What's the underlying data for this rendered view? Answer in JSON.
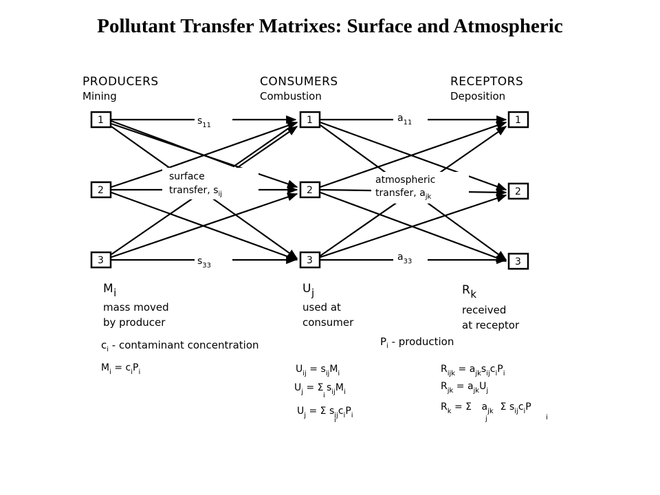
{
  "title": "Pollutant Transfer Matrixes: Surface and Atmospheric",
  "columns": [
    {
      "heading": "PRODUCERS",
      "activity": "Mining",
      "symbol": "M",
      "symbol_sub": "i",
      "desc1": "mass moved",
      "desc2": "by producer"
    },
    {
      "heading": "CONSUMERS",
      "activity": "Combustion",
      "symbol": "U",
      "symbol_sub": "j",
      "desc1": "used at",
      "desc2": "consumer"
    },
    {
      "heading": "RECEPTORS",
      "activity": "Deposition",
      "symbol": "R",
      "symbol_sub": "k",
      "desc1": "received",
      "desc2": "at receptor"
    }
  ],
  "node_labels": [
    "1",
    "2",
    "3"
  ],
  "edge_labels": {
    "s11": {
      "main": "s",
      "sub": "11"
    },
    "s33": {
      "main": "s",
      "sub": "33"
    },
    "a11": {
      "main": "a",
      "sub": "11"
    },
    "a33": {
      "main": "a",
      "sub": "33"
    }
  },
  "transfer_labels": {
    "surface_line1": "surface",
    "surface_line2": "transfer, s",
    "surface_sub": "ij",
    "atmos_line1": "atmospheric",
    "atmos_line2": "transfer, a",
    "atmos_sub": "jk"
  },
  "legend": {
    "contaminant_c": "c",
    "contaminant_sub": "i",
    "contaminant_text": " - contaminant concentration",
    "production_p": "P",
    "production_sub": "i",
    "production_text": " - production"
  },
  "equations": {
    "m1": "M",
    "m1_sub": "i",
    "m1_rhs": " = c",
    "m1_rhs_sub": "i",
    "m1_rhs2": "P",
    "m1_rhs2_sub": "i",
    "u1_lhs": "U",
    "u1_lhs_sub": "ij",
    "u1_mid": " = s",
    "u1_mid_sub": "ij",
    "u1_rhs": "M",
    "u1_rhs_sub": "i",
    "u2_lhs": "U",
    "u2_lhs_sub": "j",
    "u2_eq": " = ",
    "u2_sum": "Σ",
    "u2_sum_sub": "i",
    "u2_s": " s",
    "u2_s_sub": "ij",
    "u2_m": "M",
    "u2_m_sub": "i",
    "u3_lhs": "U",
    "u3_lhs_sub": "j",
    "u3_eq": " = ",
    "u3_sum": "Σ",
    "u3_sum_sub": "i",
    "u3_s": " s",
    "u3_s_sub": "ij",
    "u3_c": "c",
    "u3_c_sub": "i",
    "u3_p": "P",
    "u3_p_sub": "i",
    "r1_lhs": "R",
    "r1_lhs_sub": "ijk",
    "r1_eq": " = a",
    "r1_a_sub": "jk",
    "r1_s": "s",
    "r1_s_sub": "ij",
    "r1_c": "c",
    "r1_c_sub": "i",
    "r1_p": "P",
    "r1_p_sub": "i",
    "r2_lhs": "R",
    "r2_lhs_sub": "jk",
    "r2_eq": " = a",
    "r2_a_sub": "jk",
    "r2_u": "U",
    "r2_u_sub": "j",
    "r3_lhs": "R",
    "r3_lhs_sub": "k",
    "r3_eq": " = ",
    "r3_sum1": "Σ",
    "r3_sum1_sub": "j",
    "r3_a": " a",
    "r3_a_sub": "jk",
    "r3_sum2": "Σ",
    "r3_sum2_sub": "i",
    "r3_s": " s",
    "r3_s_sub": "ij",
    "r3_c": "c",
    "r3_c_sub": "i",
    "r3_p": "P"
  }
}
